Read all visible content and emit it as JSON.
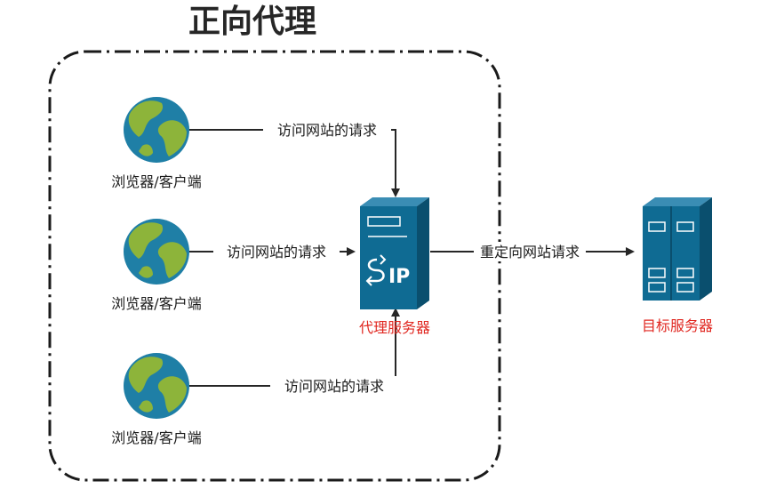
{
  "title": "正向代理",
  "clients": [
    {
      "label": "浏览器/客户端",
      "request": "访问网站的请求"
    },
    {
      "label": "浏览器/客户端",
      "request": "访问网站的请求"
    },
    {
      "label": "浏览器/客户端",
      "request": "访问网站的请求"
    }
  ],
  "proxy": {
    "label": "代理服务器",
    "icon_text": "IP"
  },
  "redirect": {
    "label": "重定向网站请求"
  },
  "target": {
    "label": "目标服务器"
  },
  "colors": {
    "globe_ocean": "#1f7fa6",
    "globe_land": "#8db43a",
    "server": "#0f6b93",
    "server_dark": "#0a4f6e",
    "server_label": "#e0261f",
    "arrow": "#262626"
  }
}
